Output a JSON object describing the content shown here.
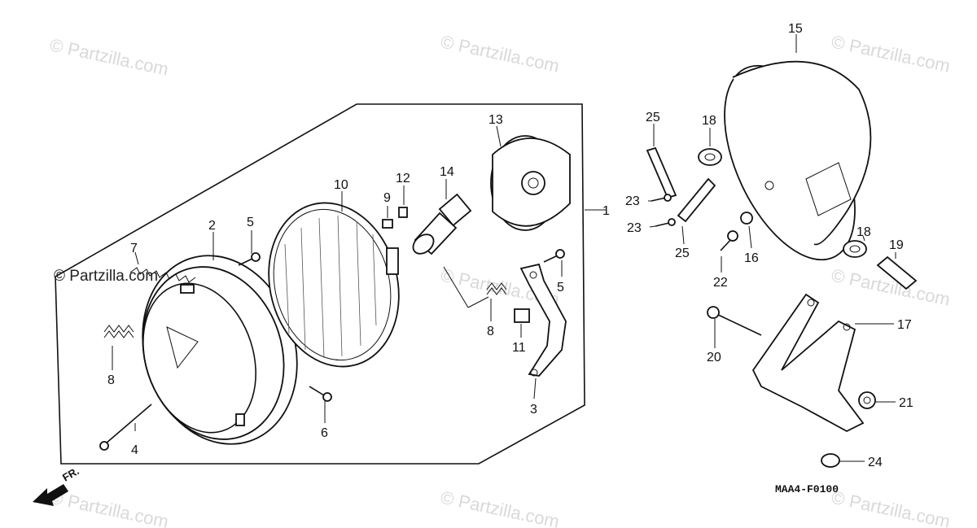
{
  "diagram": {
    "code": "MAA4-F0100",
    "direction_label": "FR.",
    "watermarks": [
      "© Partzilla.com",
      "© Partzilla.com",
      "© Partzilla.com",
      "© Partzilla.com",
      "© Partzilla.com",
      "© Partzilla.com",
      "© Partzilla.com",
      "© Partzilla.com"
    ],
    "watermark_dark": "© Partzilla.com",
    "callouts": {
      "c1": "1",
      "c2": "2",
      "c3": "3",
      "c4": "4",
      "c5a": "5",
      "c5b": "5",
      "c6": "6",
      "c7": "7",
      "c8a": "8",
      "c8b": "8",
      "c9": "9",
      "c10": "10",
      "c11": "11",
      "c12": "12",
      "c13": "13",
      "c14": "14",
      "c15": "15",
      "c16": "16",
      "c17": "17",
      "c18a": "18",
      "c18b": "18",
      "c19": "19",
      "c20": "20",
      "c21": "21",
      "c22": "22",
      "c23a": "23",
      "c23b": "23",
      "c24": "24",
      "c25a": "25",
      "c25b": "25"
    }
  }
}
